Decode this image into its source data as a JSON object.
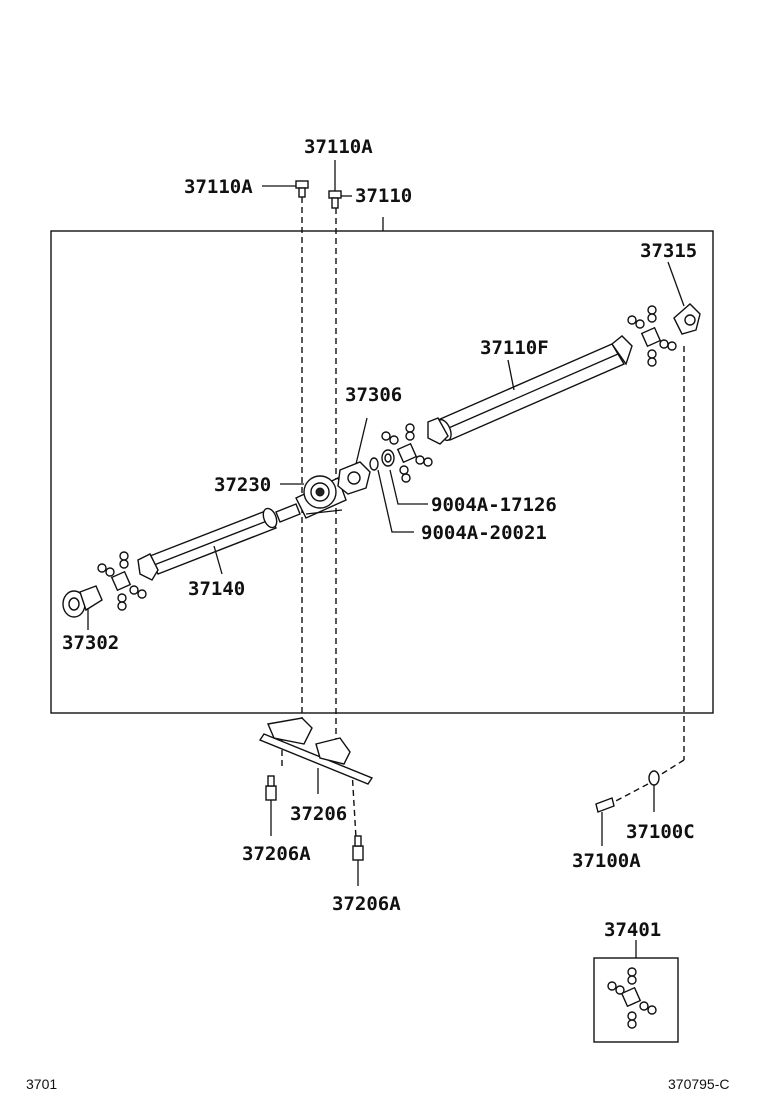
{
  "labels": {
    "p37110A_top": "37110A",
    "p37110A_left": "37110A",
    "p37110": "37110",
    "p37315": "37315",
    "p37110F": "37110F",
    "p37306": "37306",
    "p37230": "37230",
    "p9004A_17126": "9004A-17126",
    "p9004A_20021": "9004A-20021",
    "p37140": "37140",
    "p37302": "37302",
    "p37206": "37206",
    "p37206A_a": "37206A",
    "p37206A_b": "37206A",
    "p37100C": "37100C",
    "p37100A": "37100A",
    "p37401": "37401"
  },
  "footer": {
    "page_code": "3701",
    "figure_code": "370795-C"
  }
}
